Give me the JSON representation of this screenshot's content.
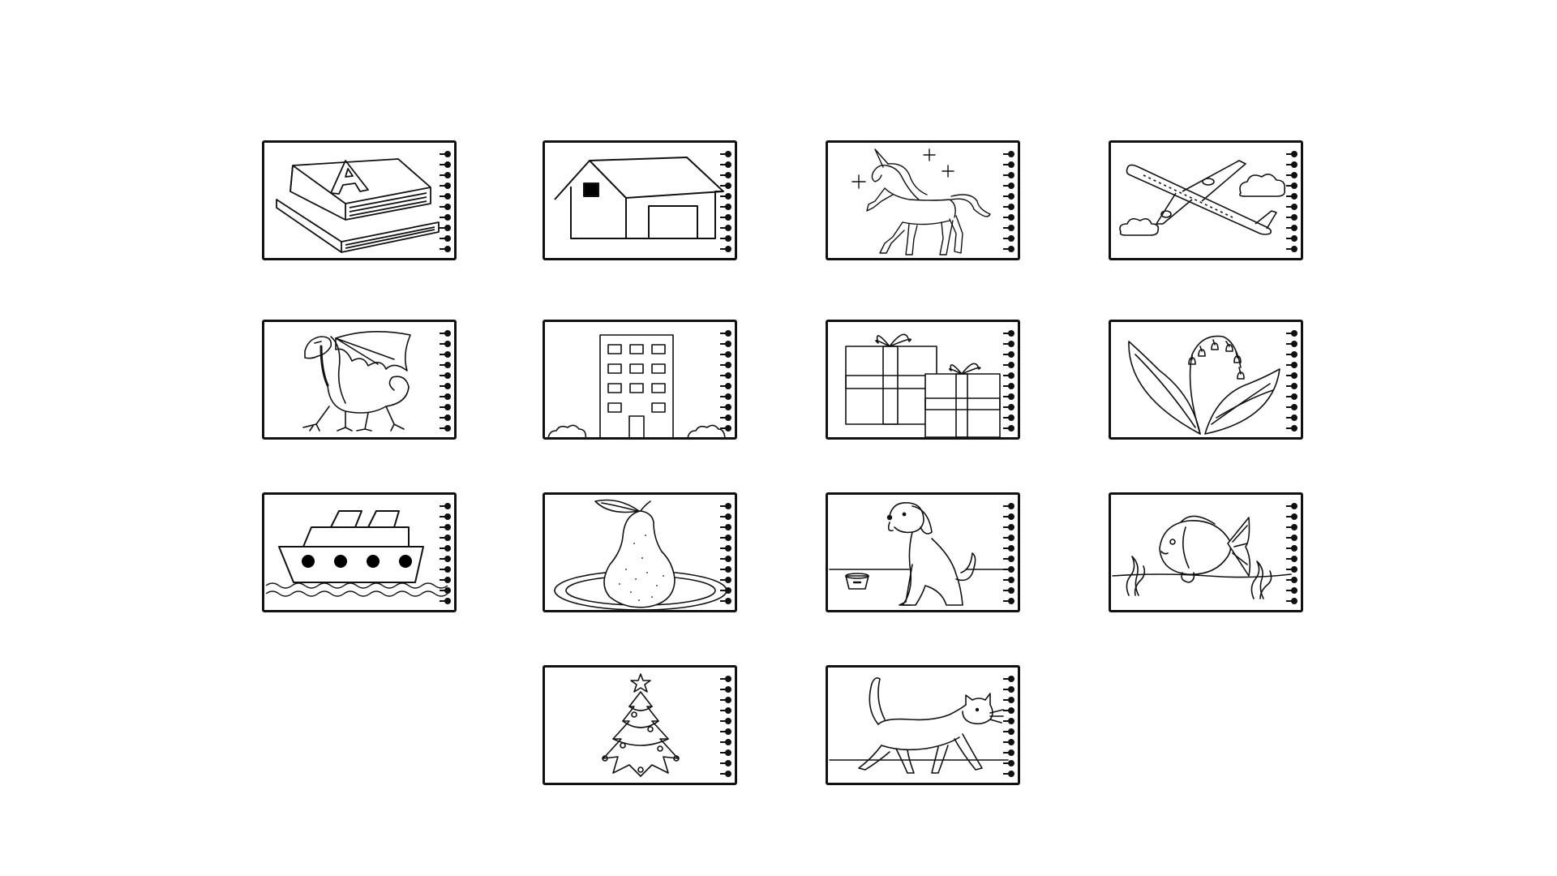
{
  "board": {
    "cards": [
      {
        "id": "card-book",
        "icon": "book-letter-a-icon"
      },
      {
        "id": "card-garage",
        "icon": "garage-icon"
      },
      {
        "id": "card-unicorn",
        "icon": "unicorn-icon"
      },
      {
        "id": "card-airplane",
        "icon": "airplane-icon"
      },
      {
        "id": "card-dragon",
        "icon": "dragon-icon"
      },
      {
        "id": "card-building",
        "icon": "building-icon"
      },
      {
        "id": "card-gifts",
        "icon": "gift-boxes-icon"
      },
      {
        "id": "card-lily",
        "icon": "lily-of-the-valley-icon"
      },
      {
        "id": "card-ship",
        "icon": "ship-icon"
      },
      {
        "id": "card-pear",
        "icon": "pear-icon"
      },
      {
        "id": "card-dog",
        "icon": "dog-icon"
      },
      {
        "id": "card-fish",
        "icon": "fish-icon"
      },
      {
        "id": "card-tree",
        "icon": "christmas-tree-icon"
      },
      {
        "id": "card-cat",
        "icon": "cat-icon"
      }
    ]
  },
  "colors": {
    "background": "#ffffff",
    "ink": "#111111",
    "fill_dark": "#000000"
  }
}
